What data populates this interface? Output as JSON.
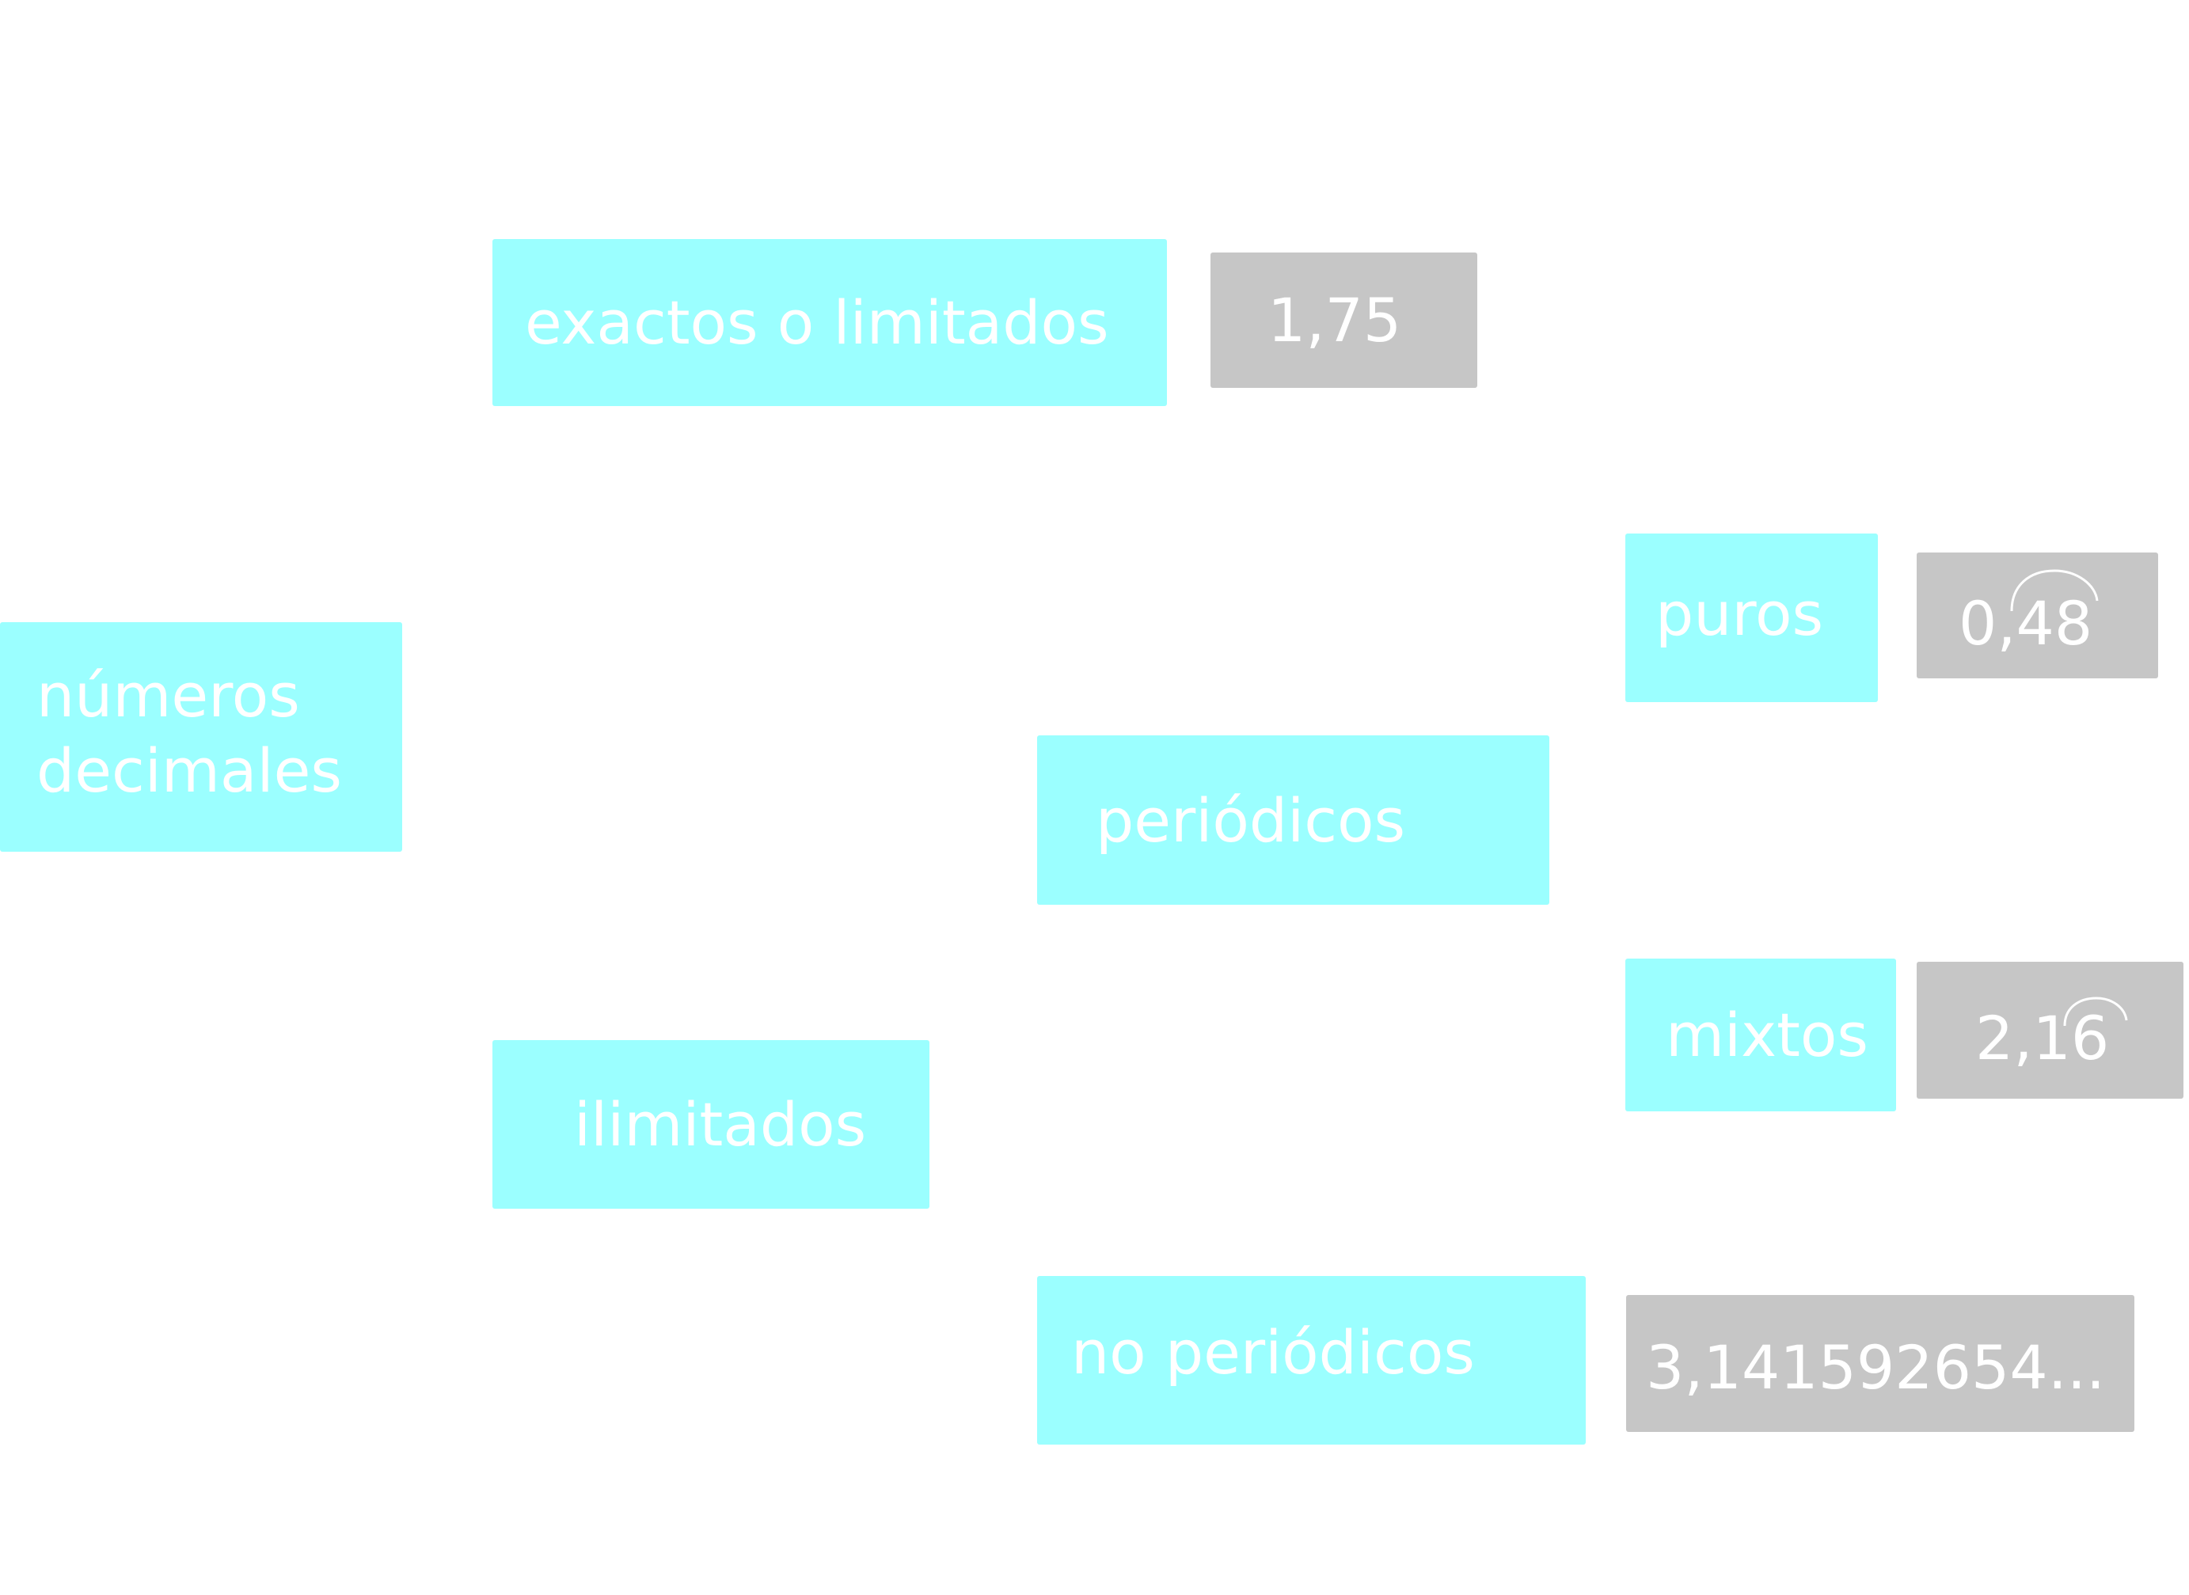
{
  "root": {
    "line1": "números",
    "line2": "decimales"
  },
  "exactos": {
    "label": "exactos o limitados",
    "example": "1,75"
  },
  "ilimitados": {
    "label": "ilimitados"
  },
  "periodicos": {
    "label": "periódicos"
  },
  "puros": {
    "label": "puros",
    "example": "0,48"
  },
  "mixtos": {
    "label": "mixtos",
    "example": "2,16"
  },
  "no_periodicos": {
    "label": "no periódicos",
    "example": "3,141592654..."
  },
  "colors": {
    "category": "#9bffff",
    "example": "#c6c6c6",
    "text": "#ffffff"
  }
}
